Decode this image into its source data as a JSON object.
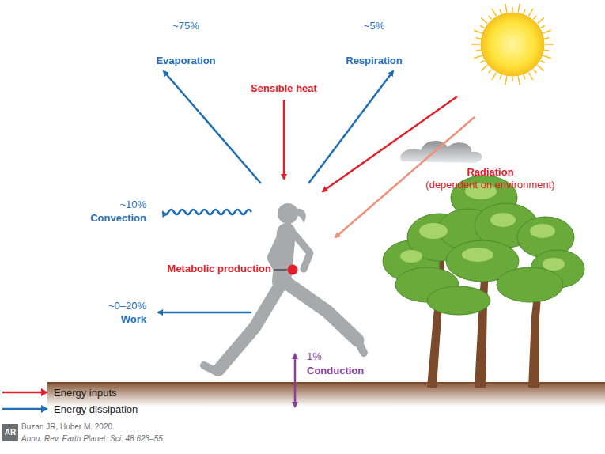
{
  "diagram": {
    "labels": [
      "~75%",
      "Evaporation",
      "Sensible heat",
      "~5%",
      "Respiration",
      "Radiation",
      "(dependent on environment)",
      "~10%",
      "Convection",
      "Metabolic production",
      "~0–20%",
      "Work",
      "1%",
      "Conduction",
      "AR",
      "Buzan JR, Huber M. 2020.",
      "Annu. Rev. Earth Planet. Sci. 48:623–55"
    ],
    "legend": [
      {
        "text": "Energy inputs"
      },
      {
        "text": "Energy dissipation"
      }
    ]
  }
}
